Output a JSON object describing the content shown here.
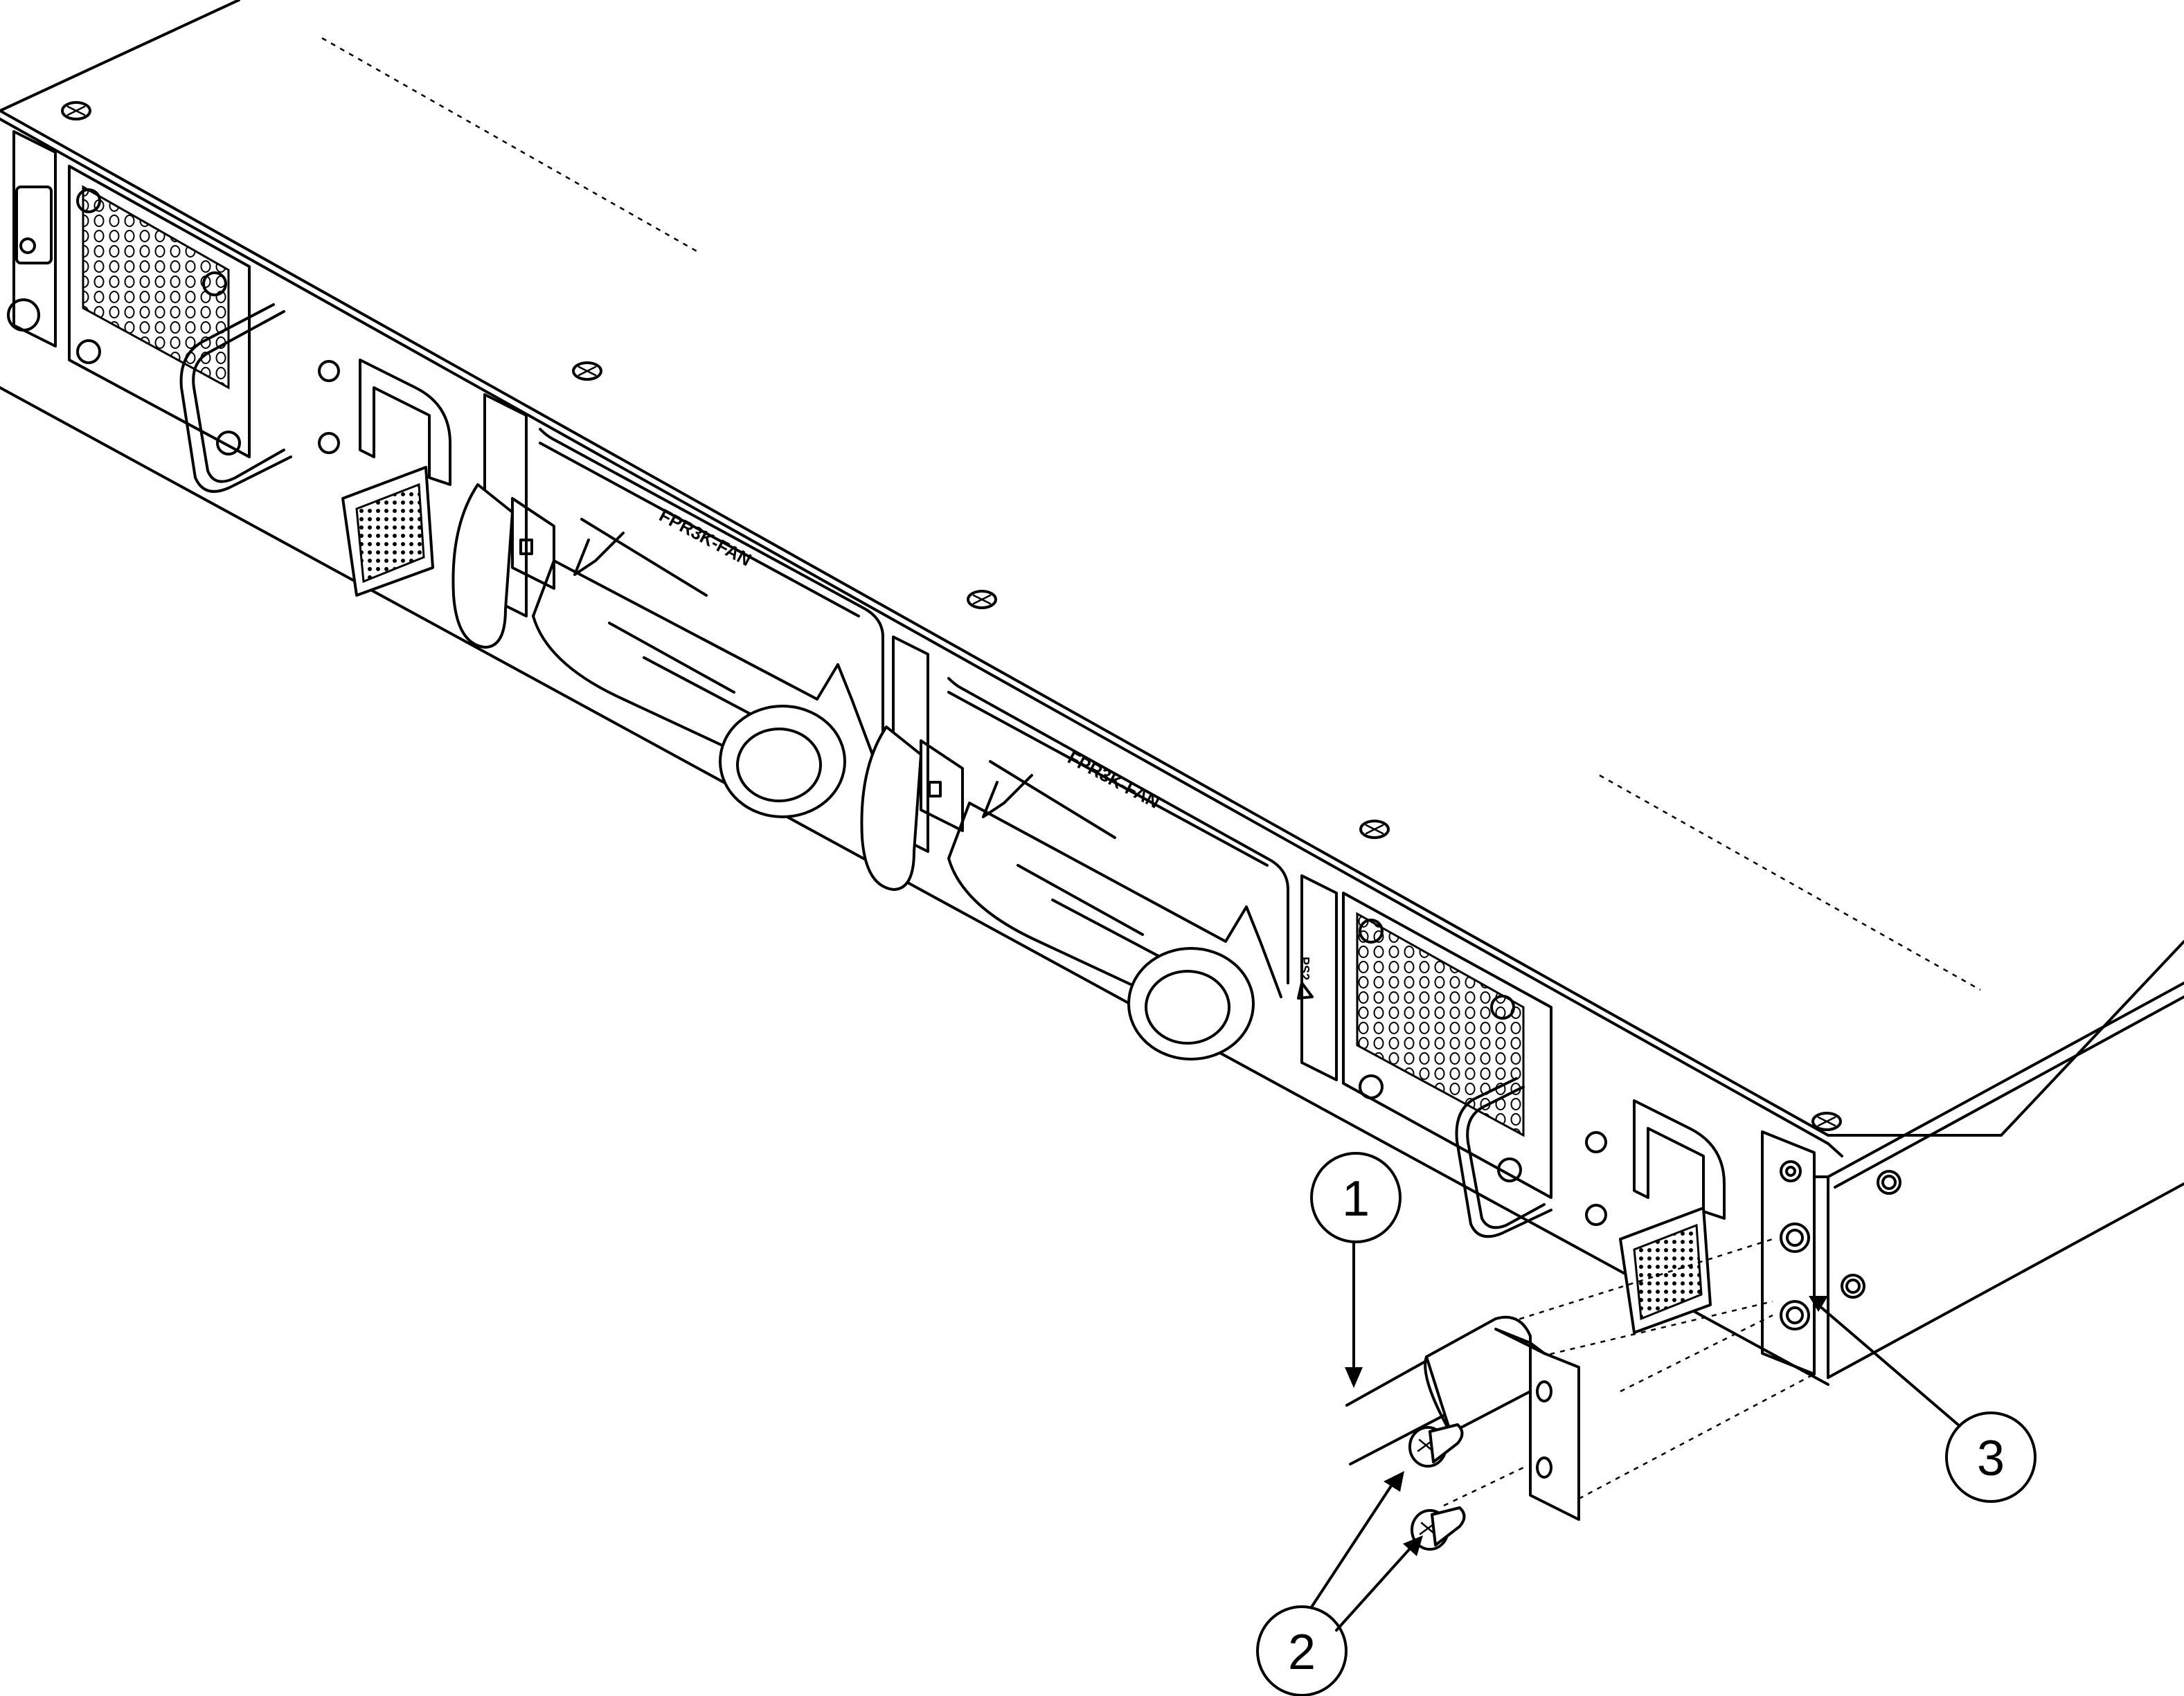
{
  "labels": {
    "fan_module_left": "FPR3K-FAN",
    "fan_module_right": "FPR3K-FAN",
    "psu_mark": "PS2"
  },
  "callouts": [
    {
      "id": "1",
      "text": "1"
    },
    {
      "id": "2",
      "text": "2"
    },
    {
      "id": "3",
      "text": "3"
    }
  ]
}
